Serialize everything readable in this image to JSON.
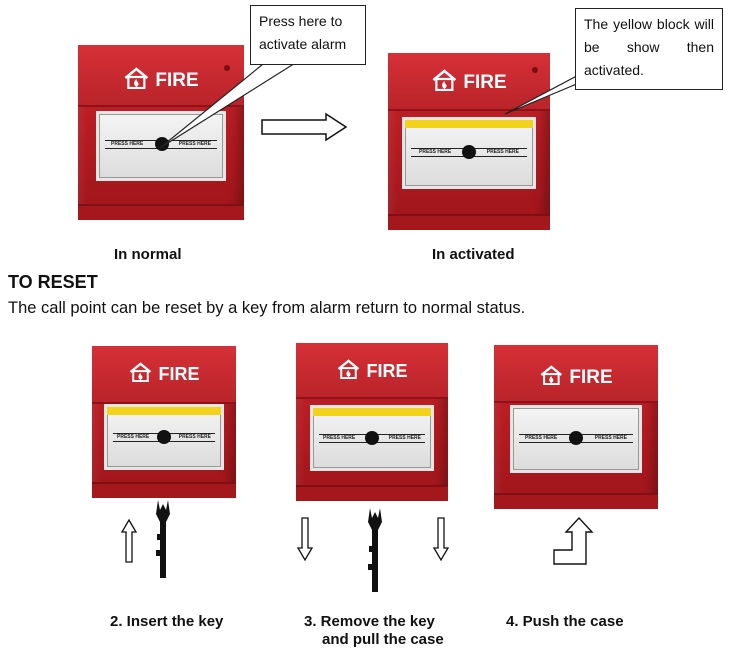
{
  "device_label": "FIRE",
  "press_here": "PRESS HERE",
  "callouts": {
    "press": "Press here to activate alarm",
    "yellow": "The yellow block will be show then activated."
  },
  "captions": {
    "normal": "In normal",
    "activated": "In activated"
  },
  "reset": {
    "heading": "TO RESET",
    "description": "The call point can be reset by a key from alarm return to normal status."
  },
  "steps": [
    {
      "label": "2. Insert the key"
    },
    {
      "label": "3. Remove the key",
      "label2": "and pull the case"
    },
    {
      "label": "4. Push the case"
    }
  ],
  "colors": {
    "device_red": "#c0202a",
    "indicator_yellow": "#f2d21c"
  }
}
